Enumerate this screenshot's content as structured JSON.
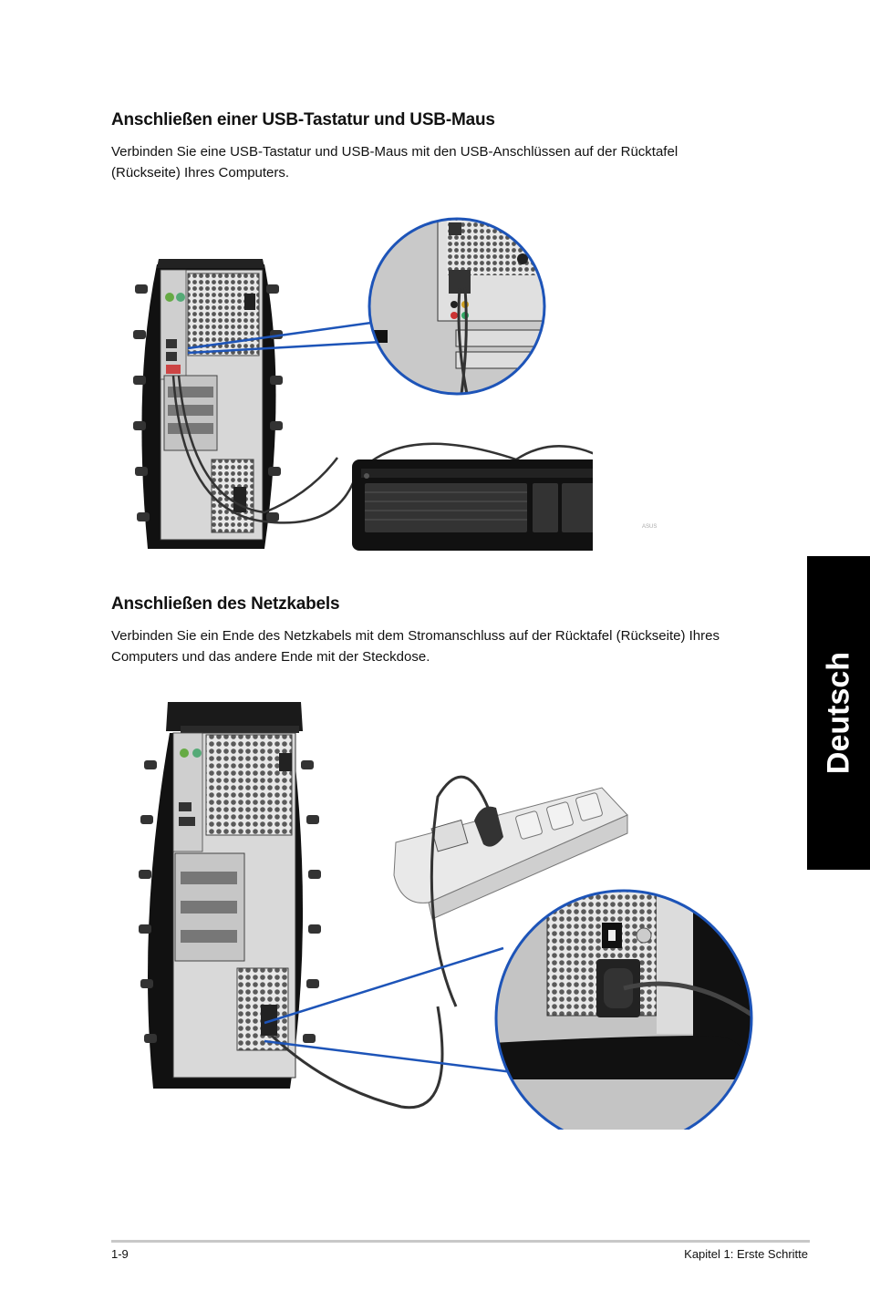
{
  "section1": {
    "heading": "Anschließen einer USB-Tastatur und USB-Maus",
    "body": "Verbinden Sie eine USB-Tastatur und USB-Maus mit den USB-Anschlüssen auf der Rücktafel (Rückseite) Ihres Computers."
  },
  "section2": {
    "heading": "Anschließen des Netzkabels",
    "body": "Verbinden Sie ein Ende des Netzkabels mit dem Stromanschluss auf der Rücktafel (Rückseite) Ihres Computers und das andere Ende mit der Steckdose."
  },
  "side_tab": {
    "label": "Deutsch"
  },
  "footer": {
    "page_number": "1-9",
    "chapter": "Kapitel 1: Erste Schritte"
  },
  "figures": {
    "usb": {
      "mouse_brand": "ASUS"
    }
  },
  "colors": {
    "accent_blue": "#1d54b8",
    "tab_black": "#000000"
  }
}
